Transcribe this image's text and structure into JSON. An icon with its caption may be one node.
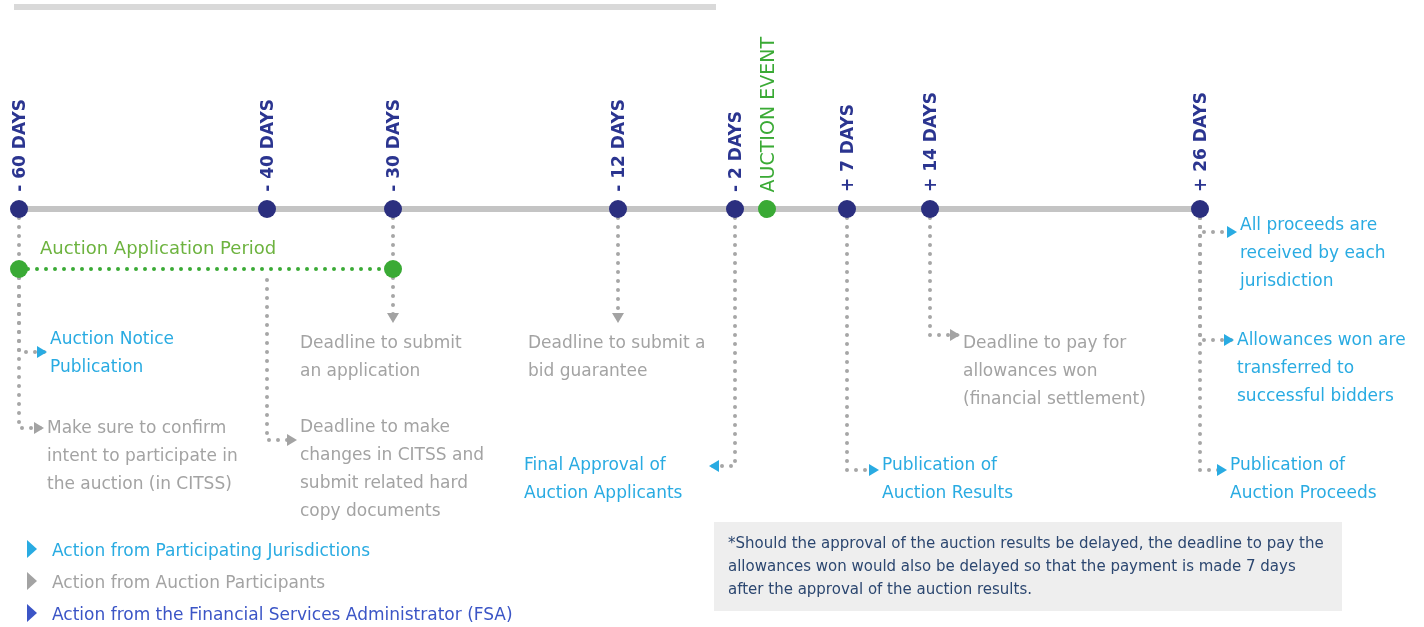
{
  "diagram": {
    "nodes": [
      {
        "text": [
          "- 60 DAYS"
        ]
      },
      {
        "text": [
          "- 40 DAYS"
        ]
      },
      {
        "text": [
          "- 30 DAYS"
        ]
      },
      {
        "text": [
          "- 12 DAYS"
        ]
      },
      {
        "text": [
          "- 2 DAYS"
        ]
      },
      {
        "text": [
          "AUCTION EVENT"
        ]
      },
      {
        "text": [
          "+ 7 DAYS"
        ]
      },
      {
        "text": [
          "+ 14 DAYS"
        ]
      },
      {
        "text": [
          "+ 26 DAYS"
        ]
      },
      {
        "text": [],
        "shape": "circle"
      },
      {
        "text": [],
        "shape": "circle"
      },
      {
        "text": [
          "Auction Notice Publication"
        ]
      },
      {
        "text": [
          "Make sure to confirm intent to participate in the auction (in CITSS)"
        ]
      },
      {
        "text": [
          "Deadline to submit an application"
        ]
      },
      {
        "text": [
          "Deadline to make changes in CITSS and submit related hard copy documents"
        ]
      },
      {
        "text": [
          "Deadline to submit a bid guarantee"
        ]
      },
      {
        "text": [
          "Final Approval of Auction Applicants"
        ]
      },
      {
        "text": [
          "Deadline to pay for allowances won (financial settlement)"
        ]
      },
      {
        "text": [
          "Publication of Auction Results"
        ]
      },
      {
        "text": [
          "All proceeds are received by each jurisdiction"
        ]
      },
      {
        "text": [
          "Allowances won are transferred to successful bidders"
        ]
      },
      {
        "text": [
          "Publication of Auction Proceeds"
        ]
      }
    ],
    "edges": [
      {
        "from": 0,
        "to": 9,
        "arrow": "none",
        "style": "dashed"
      },
      {
        "from": 9,
        "to": 11,
        "arrow": "to",
        "style": "dashed"
      },
      {
        "from": 9,
        "to": 12,
        "arrow": "to",
        "style": "dashed"
      },
      {
        "from": 9,
        "to": 10,
        "arrow": "none",
        "style": "dashed",
        "color": "#3aaa35",
        "label": "Auction Application Period"
      },
      {
        "from": null,
        "to": 14,
        "arrow": "to",
        "style": "dashed"
      },
      {
        "from": 2,
        "to": 10,
        "arrow": "none",
        "style": "dashed"
      },
      {
        "from": 10,
        "to": 13,
        "arrow": "to",
        "style": "dashed"
      },
      {
        "from": 3,
        "to": 15,
        "arrow": "to",
        "style": "dashed"
      },
      {
        "from": 4,
        "to": 16,
        "arrow": "to",
        "style": "dashed"
      },
      {
        "from": 6,
        "to": 18,
        "arrow": "to",
        "style": "dashed"
      },
      {
        "from": 7,
        "to": 17,
        "arrow": "to",
        "style": "dashed"
      },
      {
        "from": 8,
        "to": 19,
        "arrow": "to",
        "style": "dashed"
      },
      {
        "from": 8,
        "to": 20,
        "arrow": "to",
        "style": "dashed"
      },
      {
        "from": 8,
        "to": 21,
        "arrow": "to",
        "style": "dashed"
      }
    ],
    "labels": [
      "*Should the approval of the auction results be delayed, the deadline to pay the allowances won would also be delayed so that the payment is made 7 days after the approval of the auction results."
    ],
    "legend": [
      {
        "text": "Action from Participating Jurisdictions"
      },
      {
        "text": "Action from Auction Participants"
      },
      {
        "text": "Action from the Financial Services Administrator (FSA)"
      }
    ]
  }
}
